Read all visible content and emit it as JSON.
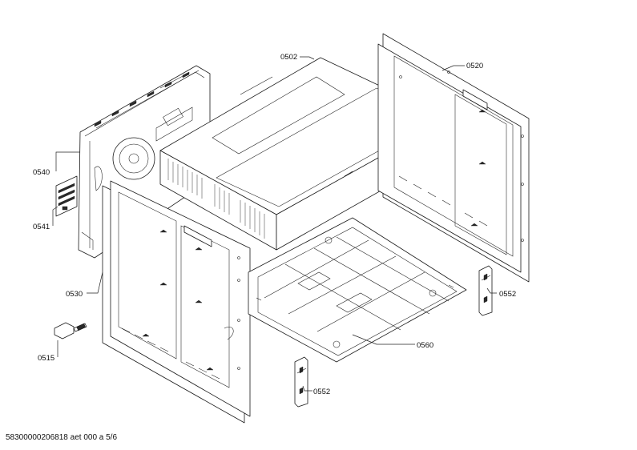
{
  "callouts": [
    {
      "id": "0502",
      "text": "0502"
    },
    {
      "id": "0520",
      "text": "0520"
    },
    {
      "id": "0540",
      "text": "0540"
    },
    {
      "id": "0541",
      "text": "0541"
    },
    {
      "id": "0530",
      "text": "0530"
    },
    {
      "id": "0552a",
      "text": "0552"
    },
    {
      "id": "0552b",
      "text": "0552"
    },
    {
      "id": "0560",
      "text": "0560"
    },
    {
      "id": "0515",
      "text": "0515"
    }
  ],
  "footer": {
    "document_code": "58300000206818 aet 000 a 5/6"
  }
}
